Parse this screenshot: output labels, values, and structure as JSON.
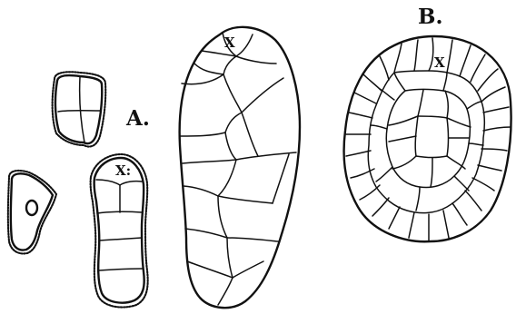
{
  "figure": {
    "panel_a_label": "A.",
    "panel_b_label": "B.",
    "apical_cell_mark": "X",
    "apical_cell_mark_with_dots": "X:"
  }
}
